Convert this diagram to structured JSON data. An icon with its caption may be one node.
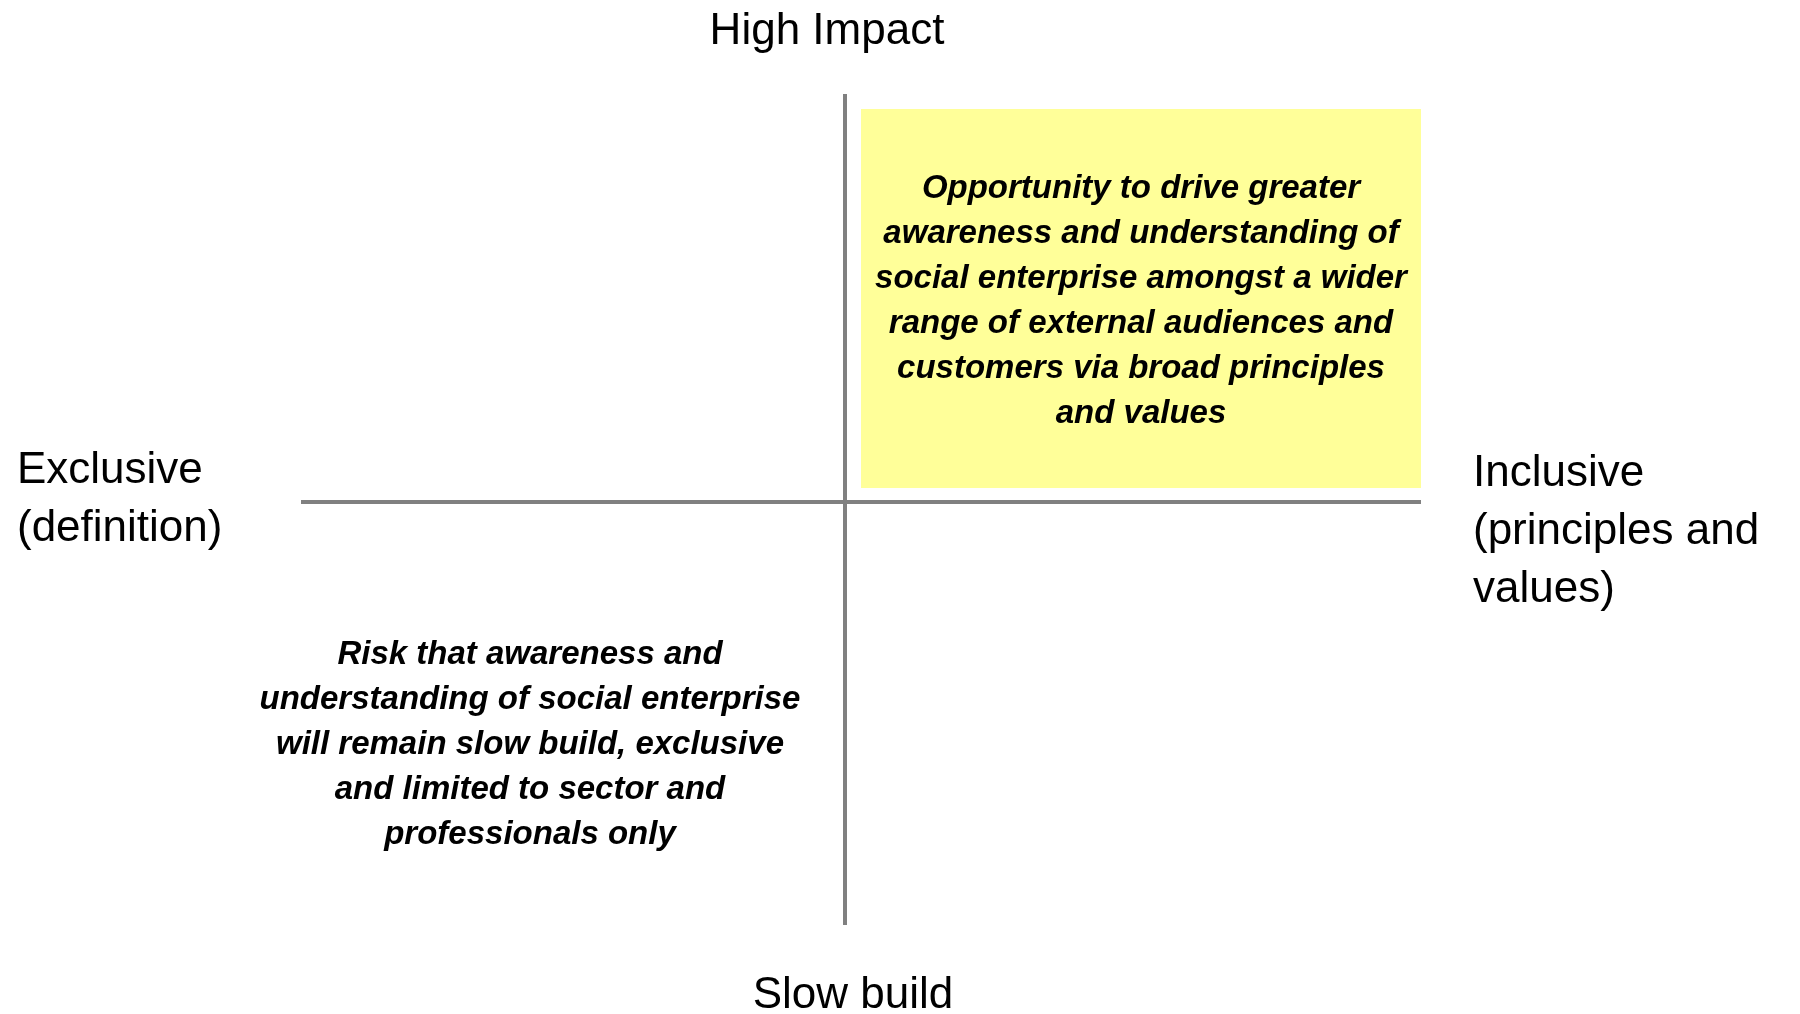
{
  "diagram": {
    "nodes": [
      {
        "text": [
          "Opportunity to drive *greater awareness and understanding of social enterprise* amongst a wider range of external audiences and customers via broad principles and values"
        ]
      }
    ],
    "edges": [],
    "labels": [
      "High Impact",
      "Exclusive (definition)",
      "Inclusive (principles and values)",
      "Risk that *awareness and understanding of social enterprise* will remain slow build, exclusive and limited to sector and professionals only",
      "Slow build"
    ]
  }
}
